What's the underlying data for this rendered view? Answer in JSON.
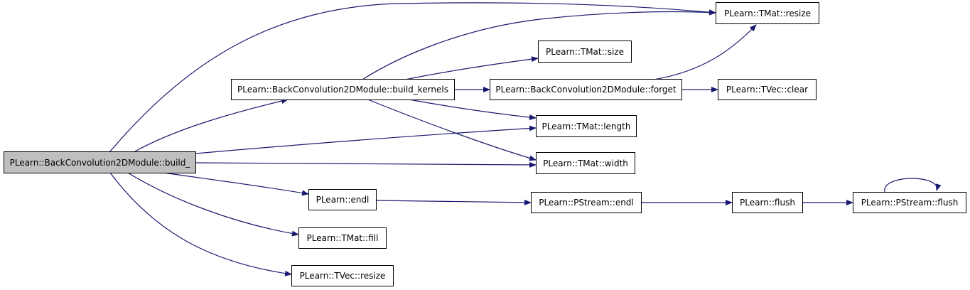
{
  "colors": {
    "edge": "#191970",
    "root_fill": "#bfbfbf",
    "node_fill": "#ffffff",
    "border": "#000000"
  },
  "nodes": {
    "build": "PLearn::BackConvolution2DModule::build_",
    "build_kernels": "PLearn::BackConvolution2DModule::build_kernels",
    "forget": "PLearn::BackConvolution2DModule::forget",
    "tmat_resize": "PLearn::TMat::resize",
    "tmat_size": "PLearn::TMat::size",
    "tmat_length": "PLearn::TMat::length",
    "tmat_width": "PLearn::TMat::width",
    "tvec_clear": "PLearn::TVec::clear",
    "endl": "PLearn::endl",
    "pstream_endl": "PLearn::PStream::endl",
    "flush": "PLearn::flush",
    "pstream_flush": "PLearn::PStream::flush",
    "tmat_fill": "PLearn::TMat::fill",
    "tvec_resize": "PLearn::TVec::resize"
  }
}
